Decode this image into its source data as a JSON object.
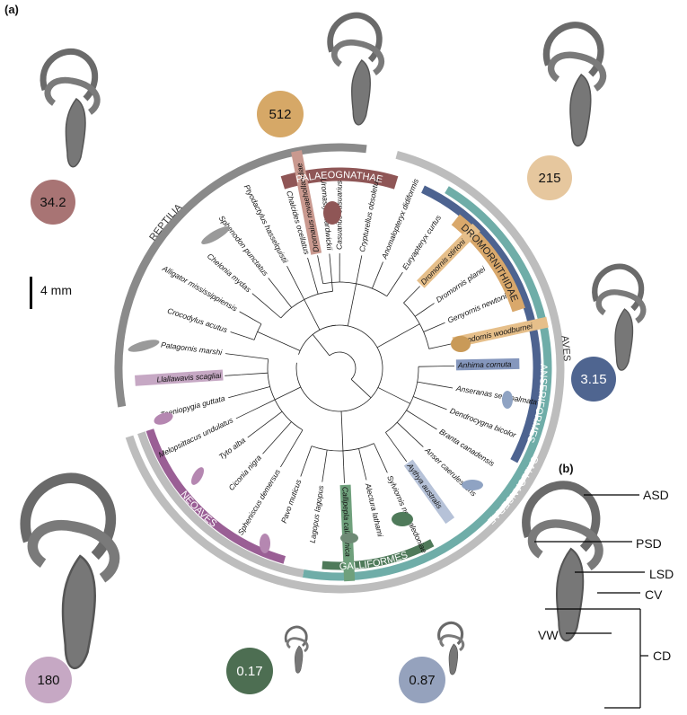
{
  "panel_a_label": "(a)",
  "panel_b_label": "(b)",
  "scale_bar_label": "4 mm",
  "colors": {
    "palaeognathae": "#8f5656",
    "reptilia": "#8a8a8a",
    "aves": "#bdbdbd",
    "galloanserae": "#6fada8",
    "anseriformes": "#4d6390",
    "galliformes": "#4f7a5a",
    "neoaves": "#9a5f95",
    "dromornithidae": "#d9a86b",
    "reptile_silhouette": "#9a9a9a",
    "dromornis_silhouette": "#c99a58",
    "anseriform_silhouette": "#8fa3c3",
    "galliform_silhouette": "#4f7a5a",
    "neoaves_silhouette": "#b587b1"
  },
  "clade_labels": {
    "palaeognathae": "PALAEOGNATHAE",
    "reptilia": "REPTILIA",
    "aves": "AVES",
    "galloanserae": "GALLOANSERAE",
    "anseriformes": "ANSERIFORMES",
    "galliformes": "GALLIFORMES",
    "neoaves": "NEOAVES",
    "dromornithidae": "DROMORNITHIDAE"
  },
  "taxa": [
    {
      "name": "Dromaius novaehollandiae",
      "highlight": "#c9998f"
    },
    {
      "name": "Casuarius casuarius",
      "highlight": ""
    },
    {
      "name": "Crypturellus obsoletus",
      "highlight": ""
    },
    {
      "name": "Anomalopteryx didiformis",
      "highlight": ""
    },
    {
      "name": "Euryapteryx curtus",
      "highlight": ""
    },
    {
      "name": "Dromornis stirtoni",
      "highlight": "#e6bf8a"
    },
    {
      "name": "Dromornis planei",
      "highlight": ""
    },
    {
      "name": "Genyornis newtoni",
      "highlight": ""
    },
    {
      "name": "Ilbandornis woodburnei",
      "highlight": "#e6bf8a"
    },
    {
      "name": "Anhima cornuta",
      "highlight": "#8597bd"
    },
    {
      "name": "Anseranas semipalmata",
      "highlight": ""
    },
    {
      "name": "Dendrocygna bicolor",
      "highlight": ""
    },
    {
      "name": "Branta canadensis",
      "highlight": ""
    },
    {
      "name": "Anser caerulescens",
      "highlight": ""
    },
    {
      "name": "Aythya australis",
      "highlight": "#b6c2d8"
    },
    {
      "name": "Sylviornis neocaledoniae",
      "highlight": ""
    },
    {
      "name": "Alectura lathami",
      "highlight": ""
    },
    {
      "name": "Callipepla californica",
      "highlight": "#6fa07c"
    },
    {
      "name": "Lagopus lagopus",
      "highlight": ""
    },
    {
      "name": "Pavo muticus",
      "highlight": ""
    },
    {
      "name": "Spheniscus demersus",
      "highlight": ""
    },
    {
      "name": "Ciconia nigra",
      "highlight": ""
    },
    {
      "name": "Tyto alba",
      "highlight": ""
    },
    {
      "name": "Melopsittacus undulatus",
      "highlight": ""
    },
    {
      "name": "Taeniopygia guttata",
      "highlight": ""
    },
    {
      "name": "Llallawavis scagliai",
      "highlight": "#c6a8c4"
    },
    {
      "name": "Patagornis marshi",
      "highlight": ""
    },
    {
      "name": "Crocodylus acutus",
      "highlight": ""
    },
    {
      "name": "Alligator mississippiensis",
      "highlight": ""
    },
    {
      "name": "Chelonia mydas",
      "highlight": ""
    },
    {
      "name": "Sphenodon punctatus",
      "highlight": ""
    },
    {
      "name": "Ptyodactylus hasselquistii",
      "highlight": ""
    },
    {
      "name": "Chalcides ocellatus",
      "highlight": ""
    },
    {
      "name": "Uromastyx hardwickii",
      "highlight": ""
    }
  ],
  "mass_badges": [
    {
      "value": "34.2",
      "color": "#a87474",
      "dark": false
    },
    {
      "value": "512",
      "color": "#d6a867",
      "dark": false
    },
    {
      "value": "215",
      "color": "#e6c79e",
      "dark": false
    },
    {
      "value": "3.15",
      "color": "#4f6590",
      "dark": true
    },
    {
      "value": "180",
      "color": "#c6a8c4",
      "dark": false
    },
    {
      "value": "0.17",
      "color": "#4d6e52",
      "dark": true
    },
    {
      "value": "0.87",
      "color": "#95a2bd",
      "dark": false
    }
  ],
  "structure_labels": [
    "ASD",
    "PSD",
    "LSD",
    "CV",
    "VW",
    "CD"
  ]
}
